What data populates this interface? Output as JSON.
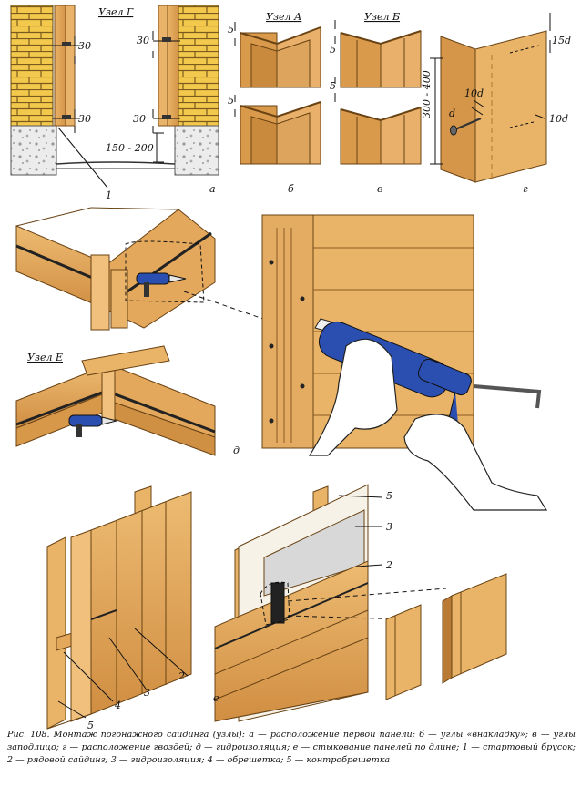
{
  "panel_a": {
    "header": "Узел Г",
    "dim_30_top_left": "30",
    "dim_30_bottom_left": "30",
    "dim_30_top_right": "30",
    "dim_30_bottom_right": "30",
    "dim_gap": "150 - 200",
    "callout": "1",
    "letter": "а"
  },
  "panel_b": {
    "header": "Узел А",
    "dim_top": "5",
    "dim_bottom": "5",
    "letter": "б"
  },
  "panel_v": {
    "header": "Узел Б",
    "dim_top": "5",
    "dim_bottom": "5",
    "letter": "в"
  },
  "panel_g": {
    "dim_15d": "15d",
    "dim_range": "300 - 400",
    "dim_10d_left": "10d",
    "dim_10d_right": "10d",
    "dim_d": "d",
    "letter": "г"
  },
  "panel_d": {
    "header": "Узел Е",
    "letter": "д"
  },
  "panel_e": {
    "left_callouts": [
      "2",
      "3",
      "4",
      "5"
    ],
    "right_callouts": [
      "5",
      "3",
      "2"
    ],
    "letter": "е"
  },
  "caption": "Рис. 108. Монтаж погонажного сайдинга (узлы): а — расположение первой панели; б — углы «внакладку»; в — углы заподлицо; г — расположение гвоздей; д — гидроизоляция; е — стыкование панелей по длине; 1 — стартовый брусок; 2 — рядовой сайдинг; 3 — гидроизоляция; 4 — обрешетка; 5 — контробрешетка",
  "colors": {
    "wood": "#e2a85a",
    "wood_dark": "#b87a35",
    "brick": "#f0c84a",
    "mortar": "#8a6a2a",
    "gun_blue": "#2b4fb0",
    "membrane": "#d8d8d8"
  }
}
